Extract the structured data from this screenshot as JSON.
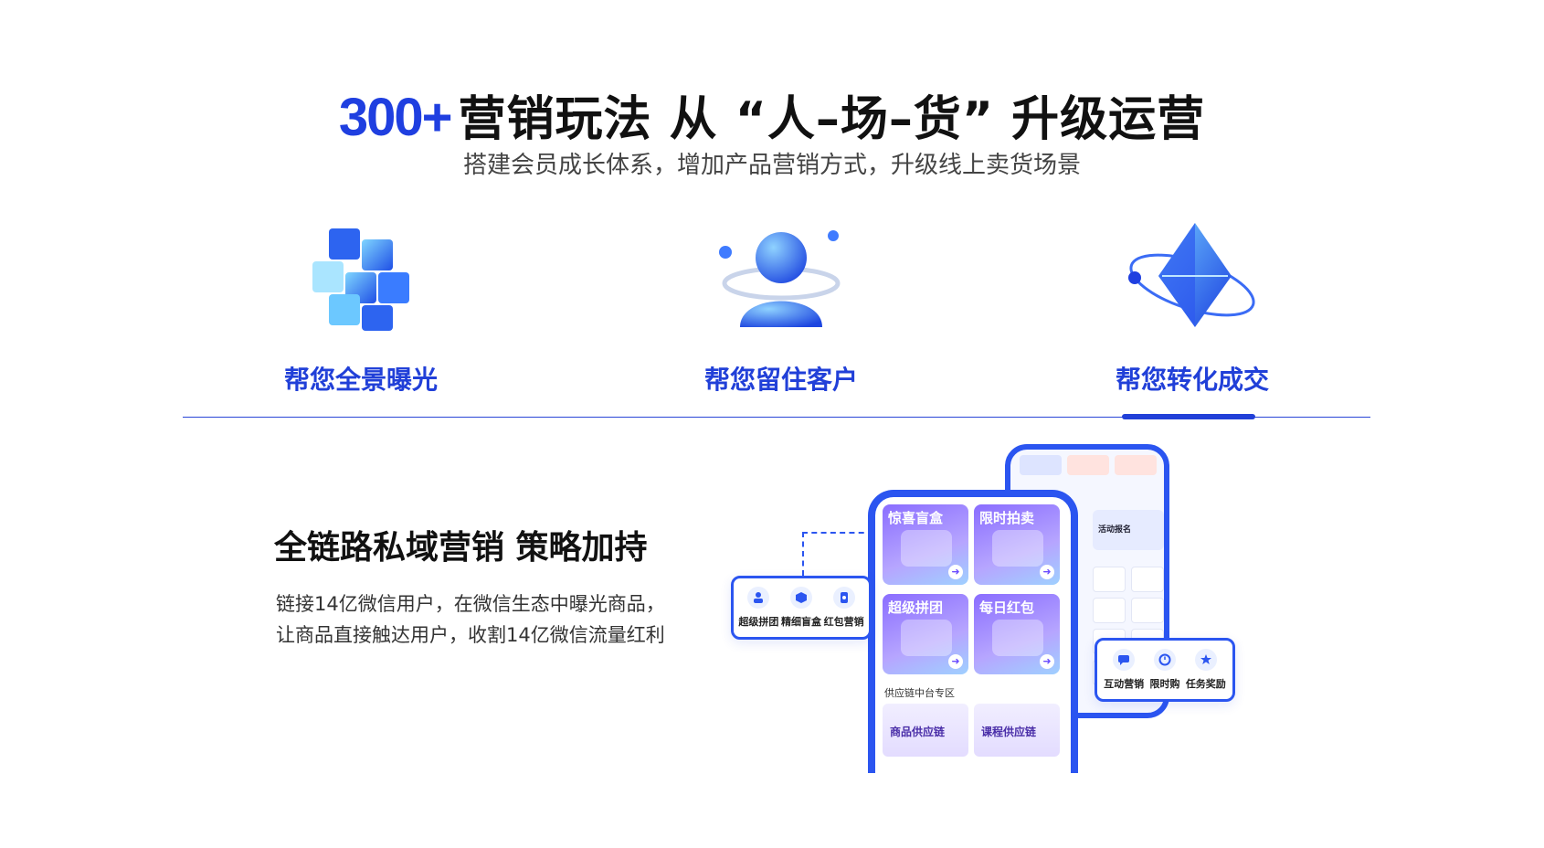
{
  "hero": {
    "title_accent": "300+",
    "title_rest": "营销玩法 从 “人–场–货” 升级运营",
    "subtitle": "搭建会员成长体系，增加产品营销方式，升级线上卖货场景"
  },
  "features": [
    {
      "label": "帮您全景曝光",
      "icon": "cube-icon"
    },
    {
      "label": "帮您留住客户",
      "icon": "user-orbit-icon"
    },
    {
      "label": "帮您转化成交",
      "icon": "diamond-orbit-icon",
      "active": true
    }
  ],
  "section": {
    "title": "全链路私域营销 策略加持",
    "desc_line1": "链接14亿微信用户，在微信生态中曝光商品，",
    "desc_line2": "让商品直接触达用户，收割14亿微信流量红利"
  },
  "illustration": {
    "front_cards": [
      "惊喜盲盒",
      "限时拍卖",
      "超级拼团",
      "每日红包"
    ],
    "supply_title": "供应链中台专区",
    "supply_items": [
      "商品供应链",
      "课程供应链"
    ],
    "back_activity": "活动报名",
    "left_box": [
      "超级拼团",
      "精细盲盒",
      "红包营销"
    ],
    "right_box": [
      "互动营销",
      "限时购",
      "任务奖励"
    ]
  },
  "colors": {
    "accent": "#1f3fe0",
    "label": "#2140d8",
    "frame": "#2b55f0"
  }
}
